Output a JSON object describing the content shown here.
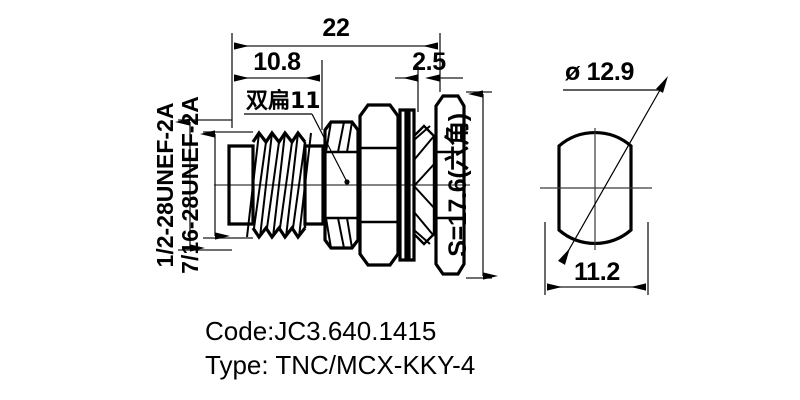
{
  "drawing": {
    "title_block": {
      "code_label": "Code:JC3.640.1415",
      "type_label": "Type: TNC/MCX-KKY-4"
    },
    "side_view": {
      "name": "side-section-view",
      "dimensions": {
        "overall_length": "22",
        "thread_length": "10.8",
        "flange_thickness": "2.5",
        "hex_across_flats": "S=17.6(六角)",
        "double_flat": "双扁11"
      },
      "thread_labels": {
        "outer_thread": "1/2-28UNEF-2A",
        "inner_thread": "7/16-28UNEF-2A"
      }
    },
    "end_view": {
      "name": "end-elevation-view",
      "dimensions": {
        "diameter": "ø 12.9",
        "across_flats": "11.2"
      }
    },
    "colors": {
      "stroke": "#000000",
      "dimension": "#1a1a1a",
      "center": "#3a3a3a",
      "background": "#ffffff"
    }
  }
}
